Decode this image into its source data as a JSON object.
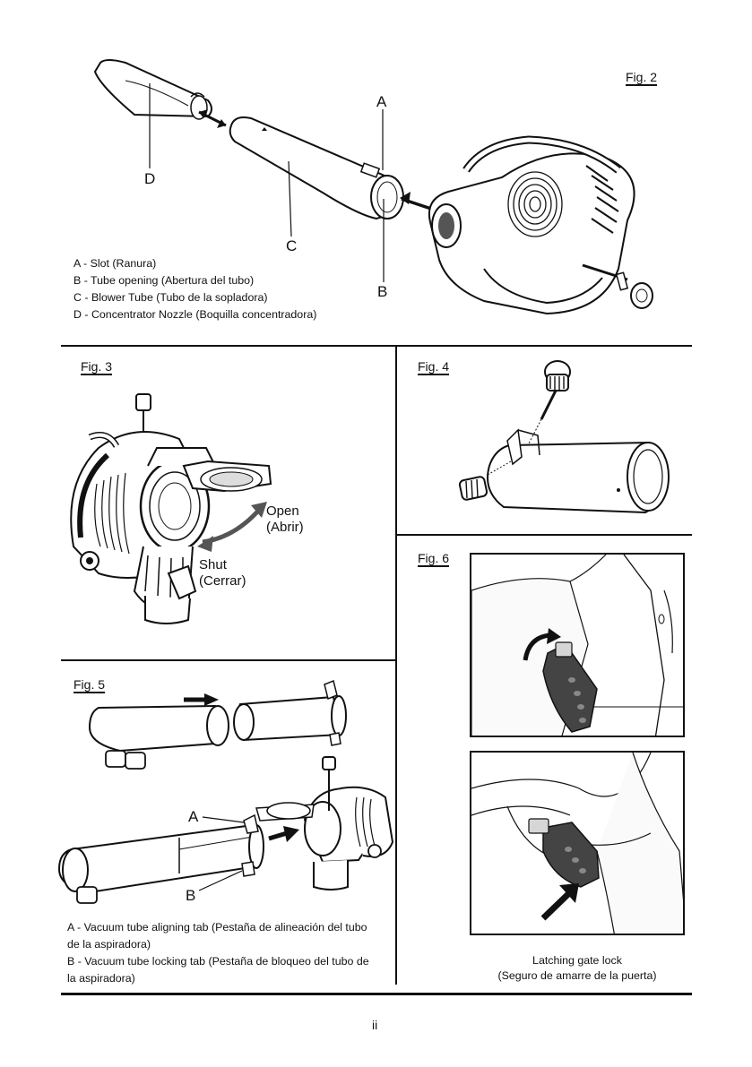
{
  "fig2": {
    "label": "Fig. 2",
    "callouts": {
      "a": "A",
      "b": "B",
      "c": "C",
      "d": "D"
    },
    "legend": [
      "A - Slot (Ranura)",
      "B - Tube opening (Abertura del tubo)",
      "C - Blower Tube (Tubo de la sopladora)",
      "D - Concentrator Nozzle (Boquilla concentradora)"
    ]
  },
  "fig3": {
    "label": "Fig. 3",
    "open_label": "Open",
    "open_label_es": "(Abrir)",
    "shut_label": "Shut",
    "shut_label_es": "(Cerrar)"
  },
  "fig4": {
    "label": "Fig. 4"
  },
  "fig5": {
    "label": "Fig. 5",
    "callouts": {
      "a": "A",
      "b": "B"
    },
    "legend": [
      "A - Vacuum tube aligning tab (Pestaña de alineación del tubo",
      "de la aspiradora)",
      "B - Vacuum tube locking tab (Pestaña de bloqueo del tubo de",
      "la aspiradora)"
    ]
  },
  "fig6": {
    "label": "Fig. 6",
    "caption_line1": "Latching gate lock",
    "caption_line2": "(Seguro de amarre de la puerta)"
  },
  "page_number": "ii"
}
